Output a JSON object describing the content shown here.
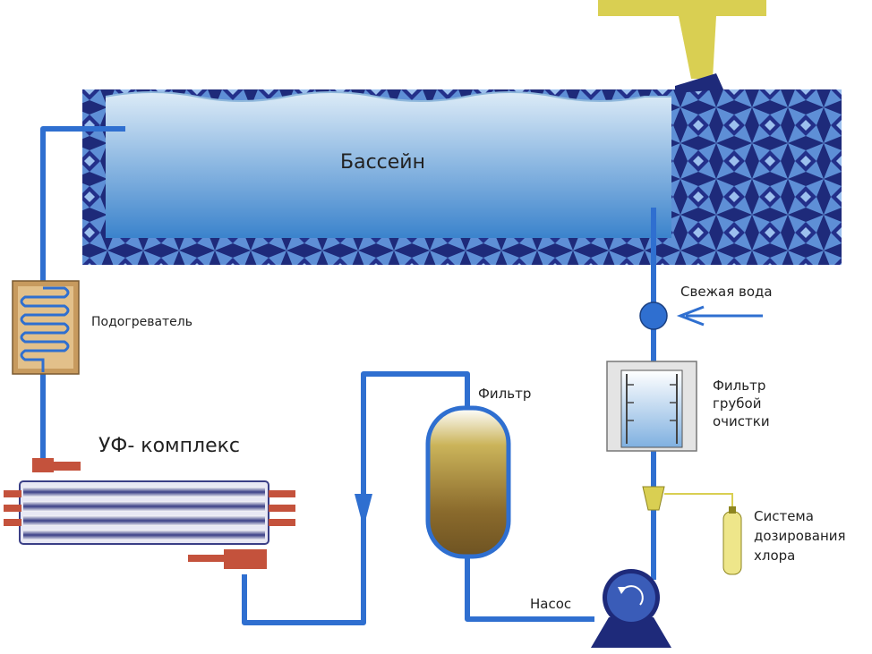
{
  "labels": {
    "pool": "Бассейн",
    "heater": "Подогреватель",
    "uf": "УФ- комплекс",
    "filter": "Фильтр",
    "fresh_water": "Свежая вода",
    "coarse_1": "Фильтр",
    "coarse_2": "грубой",
    "coarse_3": "очистки",
    "pump": "Насос",
    "chlor_1": "Система",
    "chlor_2": "дозирования",
    "chlor_3": "хлора"
  },
  "colors": {
    "pipe": "#2f6fd0",
    "water_top": "#cfe3f3",
    "water_bottom": "#3f86cc",
    "tile_dark": "#1e2a7a",
    "tile_light": "#5e8fd6",
    "heater": "#c79a5e",
    "yellow": "#d9cf52",
    "flange": "#c4523c"
  }
}
